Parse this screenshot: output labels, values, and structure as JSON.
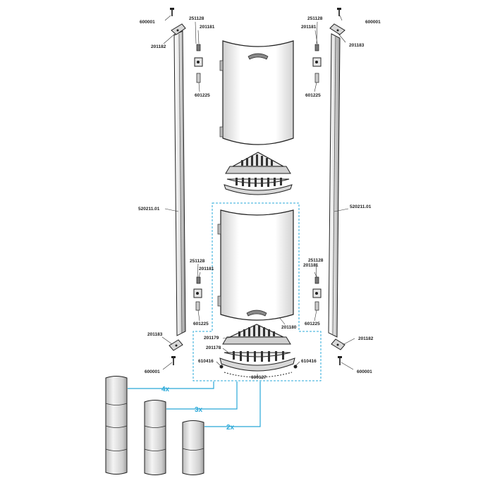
{
  "diagram": {
    "accent_color": "#29a8d8",
    "part_labels": {
      "screw_tl": "600001",
      "bracket_tl": "251128",
      "clip_tl": "201181",
      "hinge_tl": "201182",
      "pin_tl": "601225",
      "screw_tr": "600001",
      "bracket_tr": "251128",
      "clip_tr": "201181",
      "hinge_tr": "201183",
      "pin_tr": "601225",
      "profile_left": "520211.01",
      "profile_right": "520211.01",
      "bracket_ml": "251128",
      "clip_ml": "201181",
      "pin_ml": "601225",
      "bracket_mr": "251128",
      "clip_mr": "201181",
      "pin_mr": "601225",
      "glass_door": "201180",
      "hinge_bl": "201183",
      "screw_bl": "600001",
      "hinge_br": "201182",
      "screw_br": "600001",
      "shelf_top": "201179",
      "shelf_bottom": "201178",
      "end_cap_left": "610416",
      "end_cap_right": "610416",
      "seal": "600127"
    },
    "multipliers": {
      "tall": "4x",
      "medium": "3x",
      "short": "2x"
    }
  }
}
